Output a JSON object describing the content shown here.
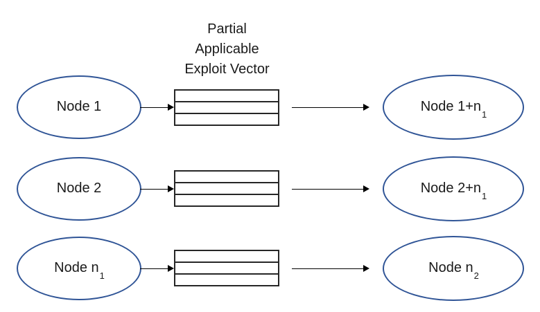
{
  "diagram": {
    "title": {
      "line1": "Partial",
      "line2": "Applicable",
      "line3": "Exploit Vector"
    },
    "colors": {
      "ellipse_stroke": "#2F5496",
      "box_stroke": "#262626",
      "arrow": "#000000",
      "text": "#1A1A1A",
      "background": "#FFFFFF"
    },
    "vector_box_rows": 3,
    "rows": [
      {
        "source": {
          "text": "Node 1",
          "sub": ""
        },
        "target": {
          "text": "Node 1+n",
          "sub": "1"
        }
      },
      {
        "source": {
          "text": "Node 2",
          "sub": ""
        },
        "target": {
          "text": "Node 2+n",
          "sub": "1"
        }
      },
      {
        "source": {
          "text": "Node n",
          "sub": "1"
        },
        "target": {
          "text": "Node n",
          "sub": "2"
        }
      }
    ]
  }
}
